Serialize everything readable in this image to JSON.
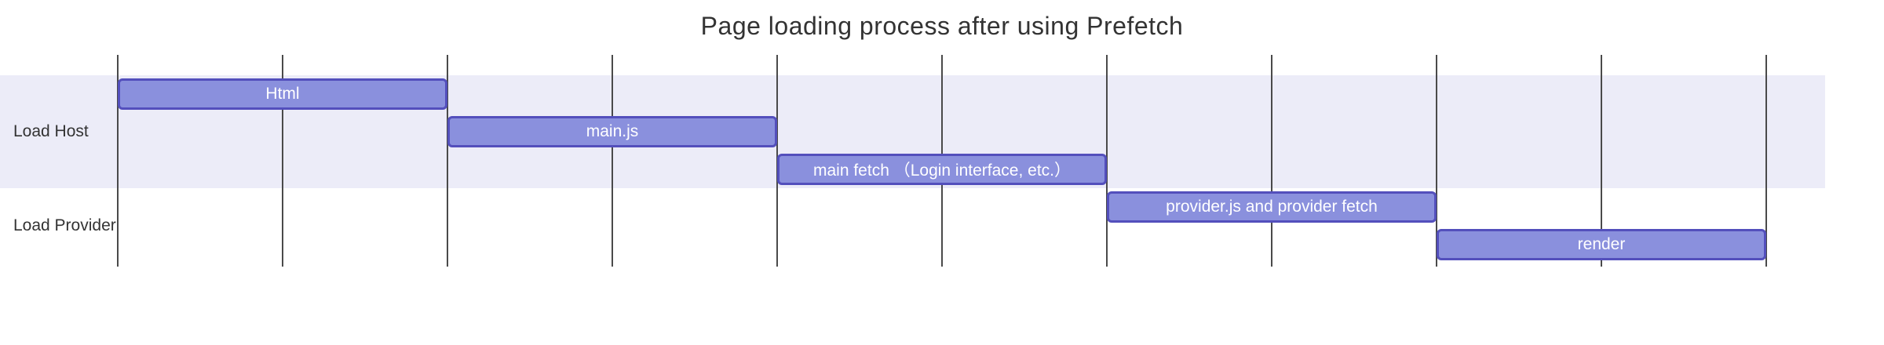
{
  "chart_data": {
    "type": "gantt",
    "title": "Page loading process after using Prefetch",
    "x_axis": {
      "range": [
        0,
        10
      ],
      "tick_interval": 1,
      "tick_count": 11,
      "tick_labels_visible": false
    },
    "legend": "none",
    "grid": true,
    "sections": [
      {
        "name": "Load Host",
        "tasks": [
          {
            "label": "Html",
            "start": 0,
            "end": 2
          },
          {
            "label": "main.js",
            "start": 2,
            "end": 4
          },
          {
            "label": "main fetch （Login interface, etc.）",
            "start": 4,
            "end": 6
          }
        ]
      },
      {
        "name": "Load Provider",
        "tasks": [
          {
            "label": "provider.js and provider fetch",
            "start": 6,
            "end": 8
          },
          {
            "label": "render",
            "start": 8,
            "end": 10
          }
        ]
      }
    ],
    "colors": {
      "task_fill": "#8a90dd",
      "task_border": "#534fbc",
      "task_text": "#ffffff",
      "section_band_colors": [
        "#ececf8",
        "transparent"
      ],
      "grid_line": "#4a4a4a",
      "title_text": "#333333",
      "section_text": "#333333"
    }
  }
}
